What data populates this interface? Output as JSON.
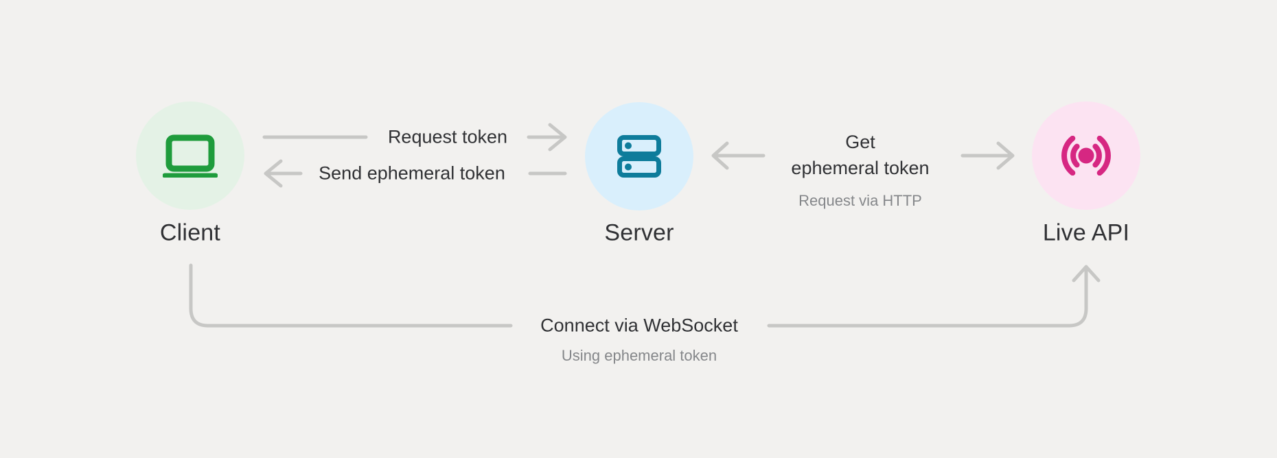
{
  "diagram": {
    "nodes": {
      "client": {
        "label": "Client",
        "icon": "laptop-icon"
      },
      "server": {
        "label": "Server",
        "icon": "server-icon"
      },
      "live_api": {
        "label": "Live API",
        "icon": "broadcast-icon"
      }
    },
    "edges": {
      "request_token": {
        "label": "Request token",
        "from": "Client",
        "to": "Server",
        "direction": "right"
      },
      "send_ephemeral_token": {
        "label": "Send ephemeral token",
        "from": "Server",
        "to": "Client",
        "direction": "left"
      },
      "get_ephemeral_token": {
        "label_line1": "Get",
        "label_line2": "ephemeral token",
        "sublabel": "Request via HTTP",
        "from": "Server",
        "to": "Live API",
        "direction": "both-outward"
      },
      "connect_websocket": {
        "label": "Connect via WebSocket",
        "sublabel": "Using ephemeral token",
        "from": "Client",
        "to": "Live API",
        "direction": "up-into-live-api"
      }
    }
  },
  "theme": {
    "bg": "#F2F1EF",
    "line": "#C7C7C5",
    "text-dark": "#303134",
    "text-gray": "#85878A",
    "client-bg": "#E4F2E6",
    "client-icon": "#1E9C3C",
    "server-bg": "#D9EFFC",
    "server-icon": "#0E7C9B",
    "live-bg": "#FCE3F2",
    "live-icon": "#D62782"
  }
}
